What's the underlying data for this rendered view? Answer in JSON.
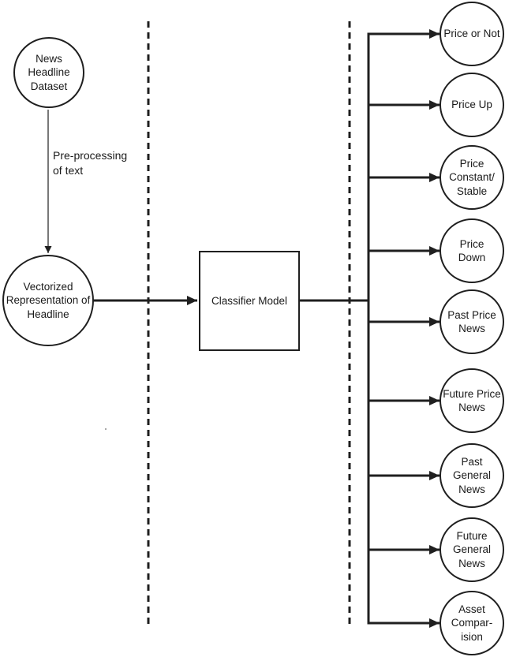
{
  "diagram": {
    "nodes": {
      "dataset": "News\nHeadline\nDataset",
      "vectorized": "Vectorized\nRepresentation of\nHeadline",
      "classifier": "Classifier Model"
    },
    "edge_label": "Pre-processing\nof text",
    "outputs": [
      {
        "label": "Price or Not"
      },
      {
        "label": "Price Up"
      },
      {
        "label": "Price\nConstant/\nStable"
      },
      {
        "label": "Price\nDown"
      },
      {
        "label": "Past Price\nNews"
      },
      {
        "label": "Future Price\nNews"
      },
      {
        "label": "Past\nGeneral\nNews"
      },
      {
        "label": "Future\nGeneral\nNews"
      },
      {
        "label": "Asset\nCompar-\nision"
      }
    ],
    "colors": {
      "line": "#1f1f1f",
      "background": "#ffffff"
    }
  }
}
